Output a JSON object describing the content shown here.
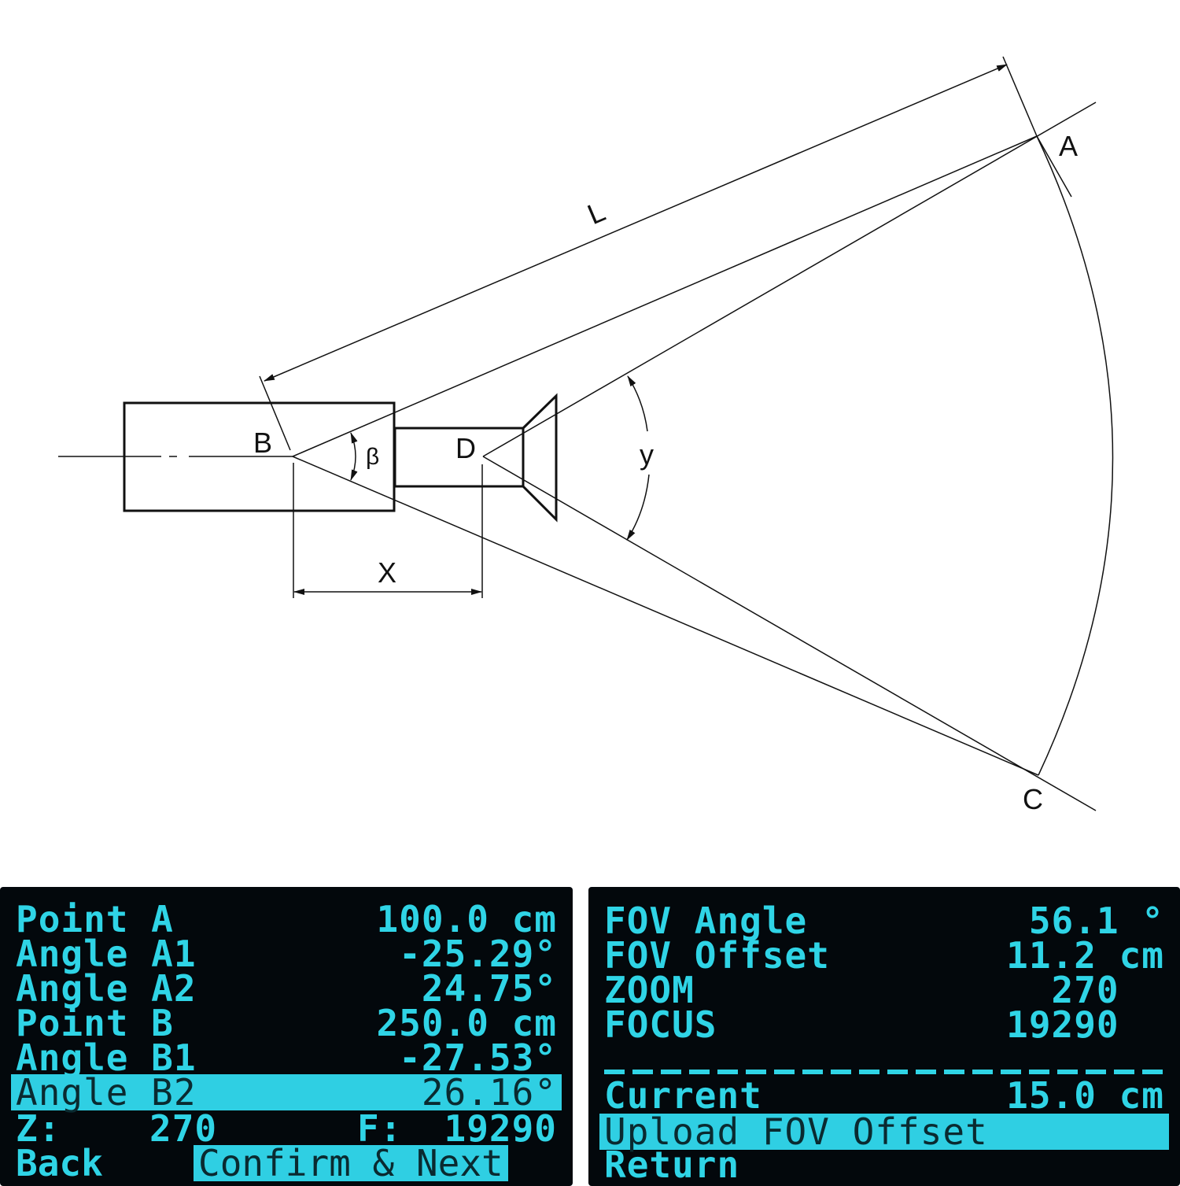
{
  "diagram": {
    "labels": {
      "A": "A",
      "B": "B",
      "C": "C",
      "D": "D",
      "L": "L",
      "X": "X",
      "y": "y",
      "beta": "β"
    }
  },
  "lcd_left": {
    "rows": [
      {
        "label": "Point A",
        "value": "100.0 cm"
      },
      {
        "label": "Angle A1",
        "value": "-25.29°"
      },
      {
        "label": "Angle A2",
        "value": "24.75°"
      },
      {
        "label": "Point B",
        "value": "250.0 cm"
      },
      {
        "label": "Angle B1",
        "value": "-27.53°"
      },
      {
        "label": "Angle B2",
        "value": "26.16°",
        "selected": true
      }
    ],
    "status": {
      "zoom_label": "Z:",
      "zoom_value": "270",
      "focus_label": "F:",
      "focus_value": "19290"
    },
    "back_label": "Back",
    "confirm_label": "Confirm & Next"
  },
  "lcd_right": {
    "rows": [
      {
        "label": "FOV Angle",
        "value": "56.1 °"
      },
      {
        "label": "FOV Offset",
        "value": "11.2 cm"
      },
      {
        "label": "ZOOM",
        "value": "270  "
      },
      {
        "label": "FOCUS",
        "value": "19290  "
      }
    ],
    "current": {
      "label": "Current",
      "value": "15.0 cm"
    },
    "upload_label": "Upload FOV Offset",
    "return_label": "Return"
  },
  "colors": {
    "lcd_bg": "#03080c",
    "lcd_text": "#2fd4e6",
    "lcd_highlight": "#2fcfe3"
  }
}
